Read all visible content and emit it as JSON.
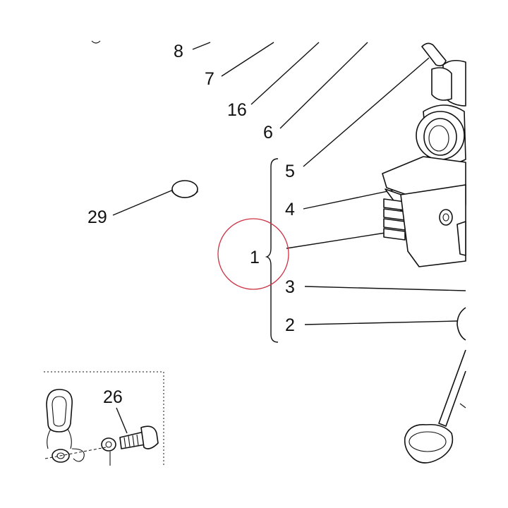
{
  "callouts": [
    {
      "id": "8",
      "text": "8"
    },
    {
      "id": "7",
      "text": "7"
    },
    {
      "id": "16",
      "text": "16"
    },
    {
      "id": "6",
      "text": "6"
    },
    {
      "id": "5",
      "text": "5"
    },
    {
      "id": "4",
      "text": "4"
    },
    {
      "id": "1",
      "text": "1"
    },
    {
      "id": "3",
      "text": "3"
    },
    {
      "id": "2",
      "text": "2"
    },
    {
      "id": "29",
      "text": "29"
    },
    {
      "id": "26",
      "text": "26"
    }
  ],
  "highlight": {
    "target": "1",
    "color": "#cc3344"
  },
  "colors": {
    "line": "#111111",
    "background": "#ffffff"
  }
}
